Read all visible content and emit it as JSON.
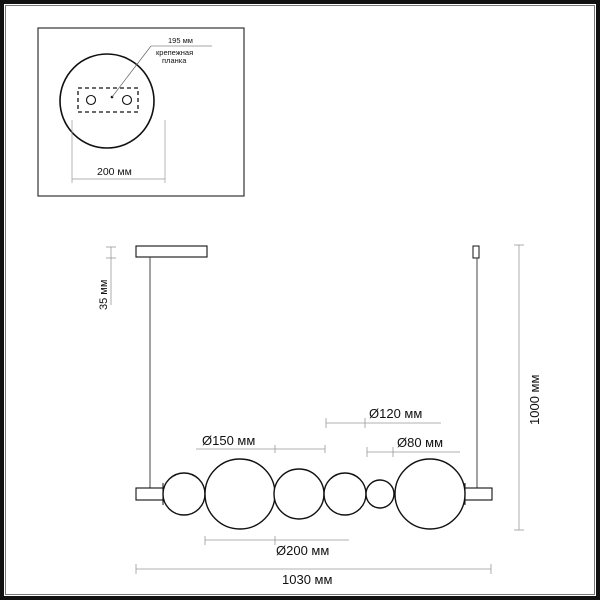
{
  "inset": {
    "label_width": "195 мм",
    "label_bracket_line1": "крепежная",
    "label_bracket_line2": "планка",
    "label_diameter": "200 мм"
  },
  "main": {
    "label_canopy_height": "35 мм",
    "label_total_height": "1000 мм",
    "label_d150": "Ø150 мм",
    "label_d120": "Ø120 мм",
    "label_d80": "Ø80 мм",
    "label_d200": "Ø200 мм",
    "label_total_width": "1030 мм"
  },
  "colors": {
    "line": "#111111",
    "dimension": "#888888",
    "frame": "#111111"
  }
}
